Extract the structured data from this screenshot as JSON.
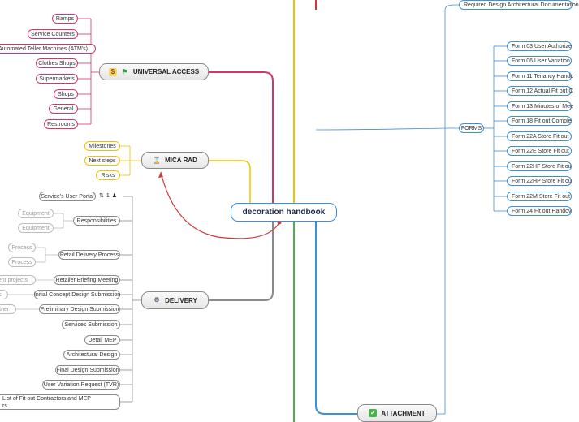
{
  "central": "decoration handbook",
  "branches": {
    "universal_access": {
      "label": "UNIVERSAL ACCESS",
      "children": [
        "Ramps",
        "Service Counters",
        "Automated Teller Machines (ATM's)",
        "Clothes Shops",
        "Supermarkets",
        "Shops",
        "General",
        "Restrooms"
      ]
    },
    "mica_rad": {
      "label": "MICA RAD",
      "children": [
        "Milestones",
        "Next steps",
        "Risks"
      ]
    },
    "delivery": {
      "label": "DELIVERY",
      "children": [
        "Service's User Portal",
        "Responsibilities",
        "Retail Delivery Process",
        "Retailer Briefing Meeting",
        "Initial Concept Design Submission",
        "Preliminary Design Submission",
        "Services Submission",
        "Detail MEP",
        "Architectural Design",
        "Final Design Submission",
        "User Variation Request (TVR)",
        "List of Fit out Contractors and MEP"
      ],
      "responsibilities_children": [
        "Equipment",
        "Equipment"
      ],
      "process_children": [
        "Process",
        "Process"
      ],
      "briefing_child": "ent projects",
      "concept_child": "ts",
      "preliminary_child": "rtner",
      "list_cont": "rs",
      "portal_badge": "1"
    },
    "attachment": {
      "label": "ATTACHMENT",
      "top_item": "Required Design Architectural Documentation",
      "forms_label": "FORMS",
      "forms": [
        "Form 03 User Authorize",
        "Form 06 User Variation",
        "Form 11 Tenancy Hando",
        "Form 12 Actual Fit out C",
        "Form 13 Minutes of Mee",
        "Form 18 Fit out Comple",
        "Form 22A Store Fit out",
        "Form 22E Store Fit out",
        "Form 22HF Store Fit ou",
        "Form 22HP Store Fit ou",
        "Form 22M Store Fit out",
        "Form 24 Fit out Handov"
      ]
    }
  },
  "colors": {
    "pink": "#d6336c",
    "yellow": "#f2c200",
    "gray": "#8a8a8a",
    "blue": "#3d8fd6",
    "green": "#4caf50",
    "red": "#cc3a3a"
  },
  "icons": {
    "universal_access": [
      "money-bag-icon",
      "green-flag-icon"
    ],
    "mica_rad": "hourglass-icon",
    "delivery": "gear-icon",
    "attachment": "paperclip-icon",
    "portal": [
      "link-icon",
      "person-icon"
    ]
  }
}
